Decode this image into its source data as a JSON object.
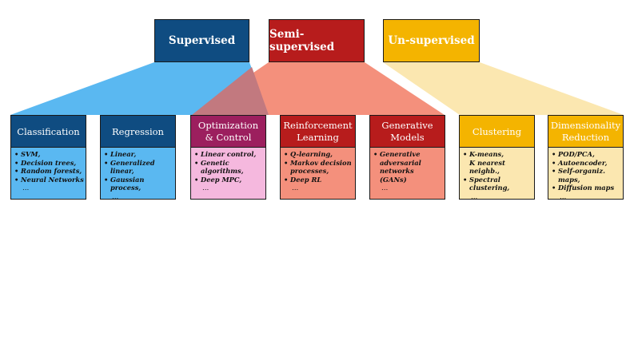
{
  "colors": {
    "supervised_dark": "#0f4c81",
    "supervised_light": "#5ab8f1",
    "semi_dark": "#b71c1c",
    "semi_light": "#f4907c",
    "unsup_dark": "#f4b400",
    "unsup_light": "#fbe7b0",
    "optimization_dark": "#9c1f5e",
    "optimization_light": "#f5b8de",
    "border": "#1a1a1a"
  },
  "top_categories": [
    {
      "label": "Supervised"
    },
    {
      "label": "Semi-supervised"
    },
    {
      "label": "Un-supervised"
    }
  ],
  "methods": [
    {
      "title": "Classification",
      "items": [
        "SVM,",
        "Decision trees,",
        "Random forests,",
        "Neural Networks"
      ],
      "ellipsis": "…"
    },
    {
      "title": "Regression",
      "items": [
        "Linear,",
        "Generalized linear,",
        "Gaussian process,"
      ],
      "ellipsis": "…"
    },
    {
      "title": "Optimization\n& Control",
      "items": [
        "Linear control,",
        "Genetic algorithms,",
        "Deep MPC,"
      ],
      "ellipsis": "…"
    },
    {
      "title": "Reinforcement\nLearning",
      "items": [
        "Q-learning,",
        "Markov decision\nprocesses,",
        "Deep RL"
      ],
      "ellipsis": "…"
    },
    {
      "title": "Generative\nModels",
      "items": [
        "Generative\nadversarial\nnetworks (GANs)"
      ],
      "ellipsis": "…"
    },
    {
      "title": "Clustering",
      "items": [
        "K-means,\nK nearest neighb.,",
        "Spectral\nclustering,"
      ],
      "ellipsis": "…"
    },
    {
      "title": "Dimensionality\nReduction",
      "items": [
        "POD/PCA,",
        "Autoencoder,",
        "Self-organiz. maps,",
        "Diffusion maps"
      ],
      "ellipsis": "…"
    }
  ]
}
